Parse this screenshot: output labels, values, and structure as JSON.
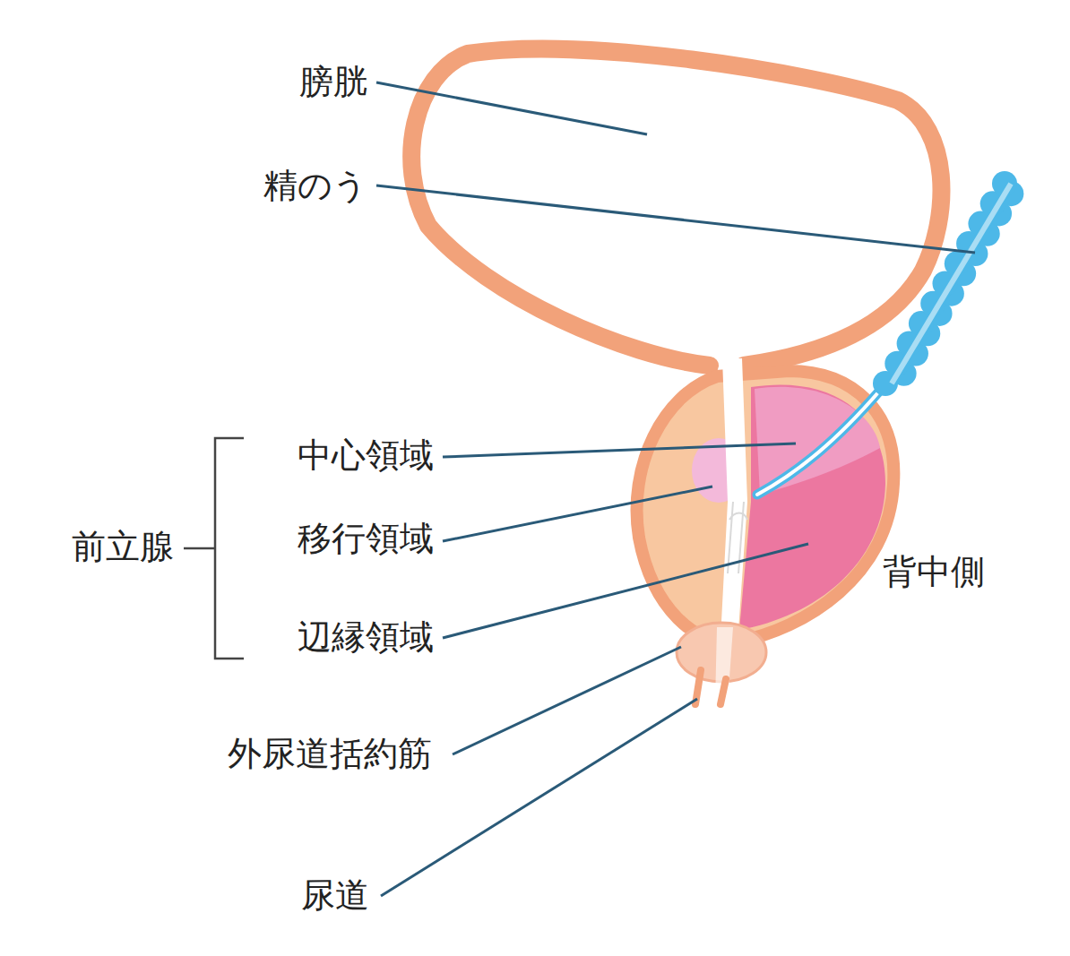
{
  "diagram": {
    "labels": [
      "膀胱",
      "精のう",
      "中心領域",
      "前立腺",
      "移行領域",
      "背中側",
      "辺縁領域",
      "外尿道括約筋",
      "尿道"
    ]
  }
}
